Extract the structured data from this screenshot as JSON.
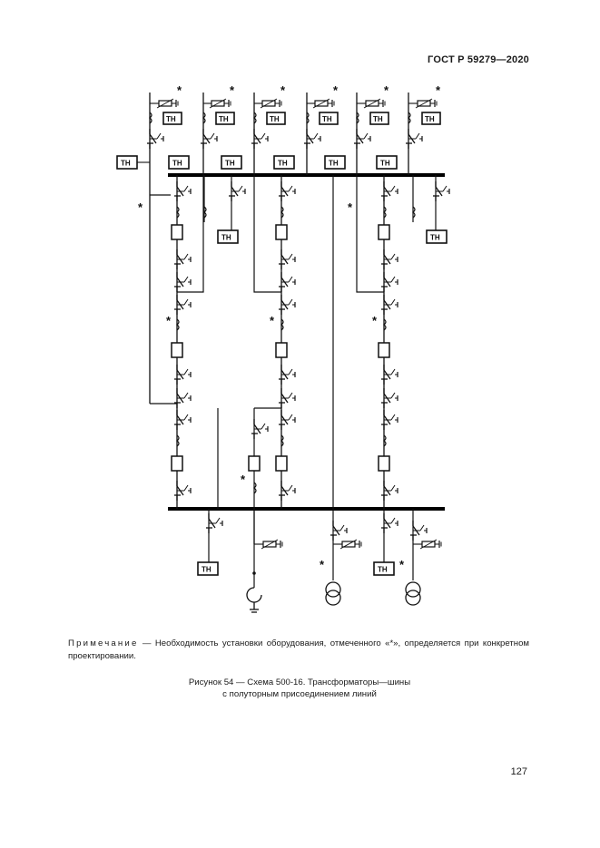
{
  "header": {
    "standard": "ГОСТ Р 59279—2020"
  },
  "diagram": {
    "tn_label": "ТН",
    "asterisk": "*"
  },
  "note": {
    "lead": "Примечание",
    "text": " — Необходимость установки оборудования, отмеченного «*», определяется при конкрет­ном проектировании."
  },
  "caption": {
    "line1": "Рисунок 54 — Схема 500-16. Трансформаторы—шины",
    "line2": "с полуторным присоединением линий"
  },
  "page": {
    "number": "127"
  }
}
